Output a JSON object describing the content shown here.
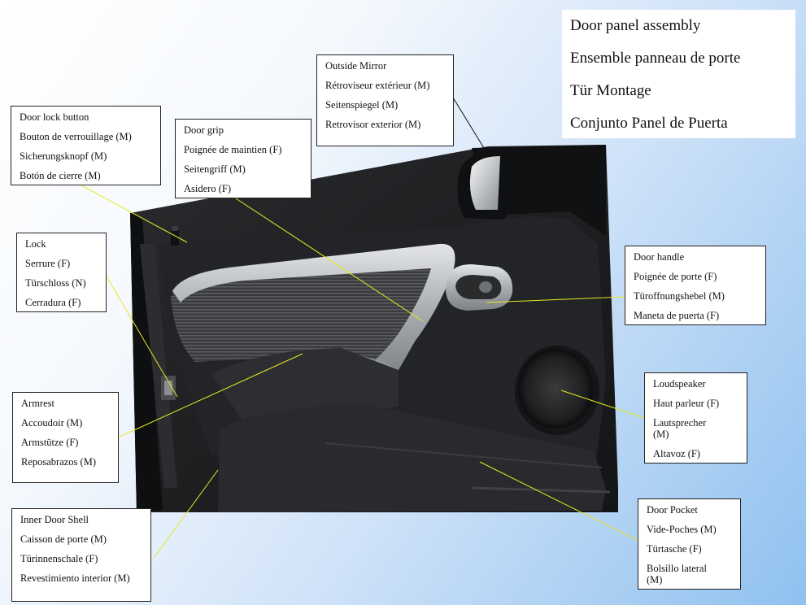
{
  "title": {
    "en": "Door panel assembly",
    "fr": "Ensemble panneau de porte",
    "de": "Tür Montage",
    "es": "Conjunto Panel de Puerta"
  },
  "labels": {
    "outside_mirror": [
      "Outside Mirror",
      "Rétroviseur extérieur (M)",
      "Seitenspiegel (M)",
      "Retrovisor exterior (M)"
    ],
    "door_lock_button": [
      "Door lock button",
      "Bouton de verrouillage (M)",
      "Sicherungsknopf (M)",
      "Botón de cierre (M)"
    ],
    "door_grip": [
      "Door grip",
      "Poignée de maintien (F)",
      "Seitengriff (M)",
      "Asidero (F)"
    ],
    "lock": [
      "Lock",
      "Serrure (F)",
      "Türschloss (N)",
      "Cerradura (F)"
    ],
    "door_handle": [
      "Door handle",
      "Poignée de porte (F)",
      "Türoffnungshebel (M)",
      "Maneta de puerta (F)"
    ],
    "loudspeaker": [
      "Loudspeaker",
      "Haut parleur (F)",
      "Lautsprecher (M)",
      "Altavoz (F)"
    ],
    "armrest": [
      "Armrest",
      "Accoudoir (M)",
      "Armstütze (F)",
      "Reposabrazos (M)"
    ],
    "inner_door_shell": [
      "Inner Door Shell",
      "Caisson de porte (M)",
      "Türinnenschale (F)",
      "Revestimiento interior (M)"
    ],
    "door_pocket": [
      "Door Pocket",
      "Vide-Poches (M)",
      "Türtasche (F)",
      "Bolsillo lateral (M)"
    ]
  },
  "colors": {
    "leader_line": "#e8e820",
    "panel_dark": "#1c1d1f",
    "trim_silver": "#b9bcc0",
    "background_light": "#ffffff",
    "background_blue": "#8fc1ef"
  }
}
